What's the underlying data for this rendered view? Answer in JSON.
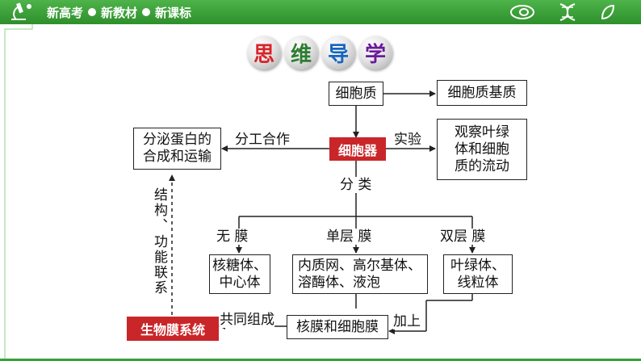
{
  "header": {
    "tags": [
      "新高考",
      "新教材",
      "新课标"
    ],
    "icons": [
      "microscope-icon",
      "cell-icon",
      "dna-icon",
      "leaf-icon"
    ],
    "accent": "#3aa338"
  },
  "title": {
    "chars": [
      "思",
      "维",
      "导",
      "学"
    ],
    "colors": [
      "#d8232a",
      "#2e7d32",
      "#1565c0",
      "#6a1b9a"
    ]
  },
  "diagram": {
    "cytoplasm": "细胞质",
    "cytoplasm_matrix": "细胞质基质",
    "organelle": "细胞器",
    "secretion_line1": "分泌蛋白的",
    "secretion_line2": "合成和运输",
    "observe_line1": "观察叶绿",
    "observe_line2": "体和细胞",
    "observe_line3": "质的流动",
    "division_of_labor": "分工合作",
    "experiment": "实验",
    "classification": "分  类",
    "no_membrane": "无  膜",
    "single_membrane": "单层  膜",
    "double_membrane": "双层  膜",
    "no_mem_line1": "核糖体、",
    "no_mem_line2": "中心体",
    "single_line1": "内质网、高尔基体、",
    "single_line2": "溶酶体、液泡",
    "double_line1": "叶绿体、",
    "double_line2": "线粒体",
    "nucleus_membrane": "核膜和细胞膜",
    "add": "加上",
    "jointly_compose": "共同组成",
    "biomembrane_system": "生物膜系统",
    "structure_function_col1": "结构、",
    "structure_function_col2": "功能联系"
  }
}
